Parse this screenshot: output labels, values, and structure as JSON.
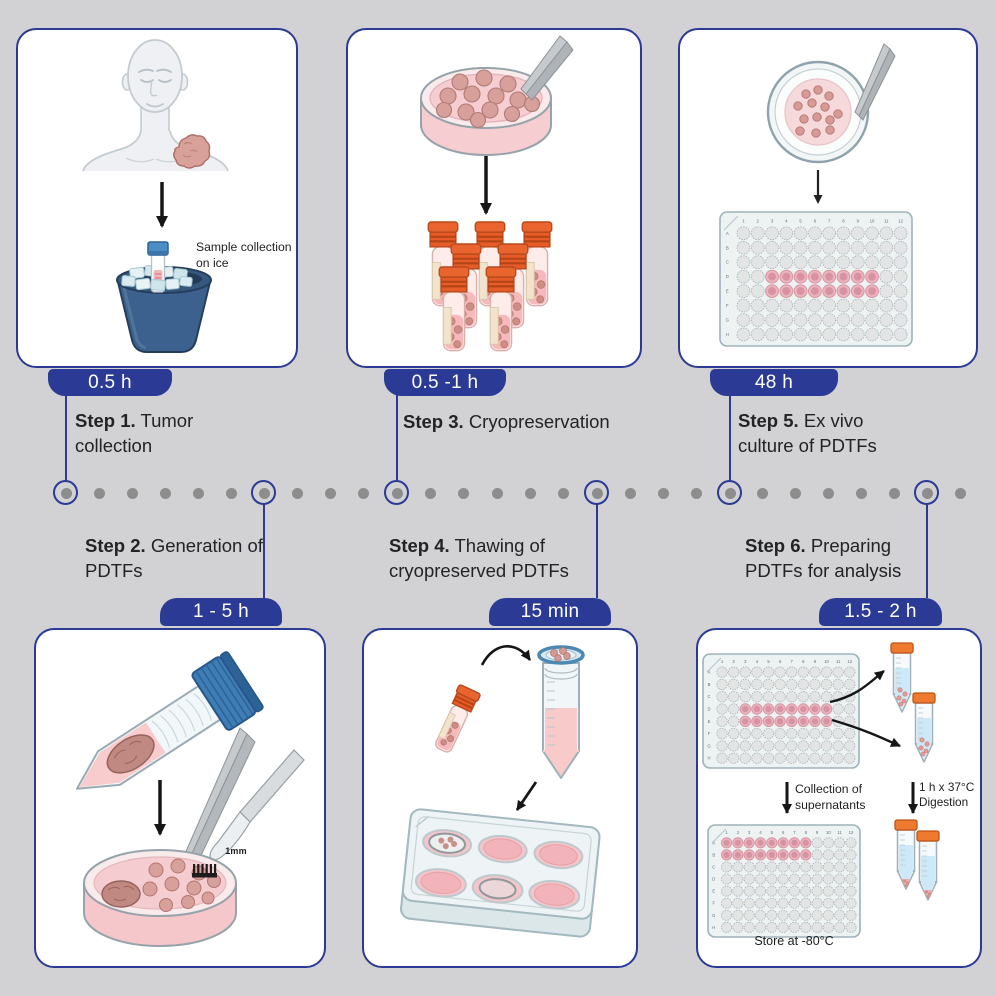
{
  "colors": {
    "background": "#d2d2d4",
    "navy": "#2b3a94",
    "panel_bg": "#ffffff",
    "dot_gray": "#8d8d8d",
    "text": "#222326",
    "tumor_pink": "#d7a09a",
    "orange_cap": "#ea6430",
    "blue_cap": "#4a8ec2",
    "well_highlight": "#d793a2",
    "liquid_blue": "#cde9f7",
    "liquid_pink": "#f8caca"
  },
  "steps": [
    {
      "number_label": "Step 1.",
      "title": "Tumor collection",
      "duration": "0.5 h"
    },
    {
      "number_label": "Step 2.",
      "title": "Generation of PDTFs",
      "duration": "1 - 5 h"
    },
    {
      "number_label": "Step 3.",
      "title": "Cryopreservation",
      "duration": "0.5 -1 h"
    },
    {
      "number_label": "Step 4.",
      "title": "Thawing of cryopreserved PDTFs",
      "duration": "15 min"
    },
    {
      "number_label": "Step 5.",
      "title": "Ex vivo culture of PDTFs",
      "duration": "48 h"
    },
    {
      "number_label": "Step 6.",
      "title": "Preparing PDTFs for analysis",
      "duration": "1.5 - 2 h"
    }
  ],
  "annotations": {
    "sample_collection": "Sample collection on ice",
    "scale_bar": "1mm",
    "supernatants": "Collection of supernatants",
    "digestion_time": "1 h x 37°C",
    "digestion": "Digestion",
    "store": "Store at -80°C"
  },
  "plates": {
    "row_labels": [
      "A",
      "B",
      "C",
      "D",
      "E",
      "F",
      "G",
      "H"
    ],
    "col_labels": [
      "1",
      "2",
      "3",
      "4",
      "5",
      "6",
      "7",
      "8",
      "9",
      "10",
      "11",
      "12"
    ],
    "ex_vivo_plate": {
      "highlighted": [
        "D3",
        "D4",
        "D5",
        "D6",
        "D7",
        "D8",
        "D9",
        "D10",
        "E3",
        "E4",
        "E5",
        "E6",
        "E7",
        "E8",
        "E9",
        "E10"
      ]
    },
    "analysis_plate": {
      "highlighted": [
        "D3",
        "D4",
        "D5",
        "D6",
        "D7",
        "D8",
        "D9",
        "D10",
        "E3",
        "E4",
        "E5",
        "E6",
        "E7",
        "E8",
        "E9",
        "E10"
      ]
    },
    "storage_plate": {
      "highlighted": [
        "A1",
        "A2",
        "A3",
        "A4",
        "A5",
        "A6",
        "A7",
        "A8",
        "B1",
        "B2",
        "B3",
        "B4",
        "B5",
        "B6",
        "B7",
        "B8"
      ]
    }
  },
  "timeline": {
    "node_count": 6,
    "segments": [
      5,
      3,
      5,
      3,
      5
    ],
    "trailing_dots": 1
  }
}
